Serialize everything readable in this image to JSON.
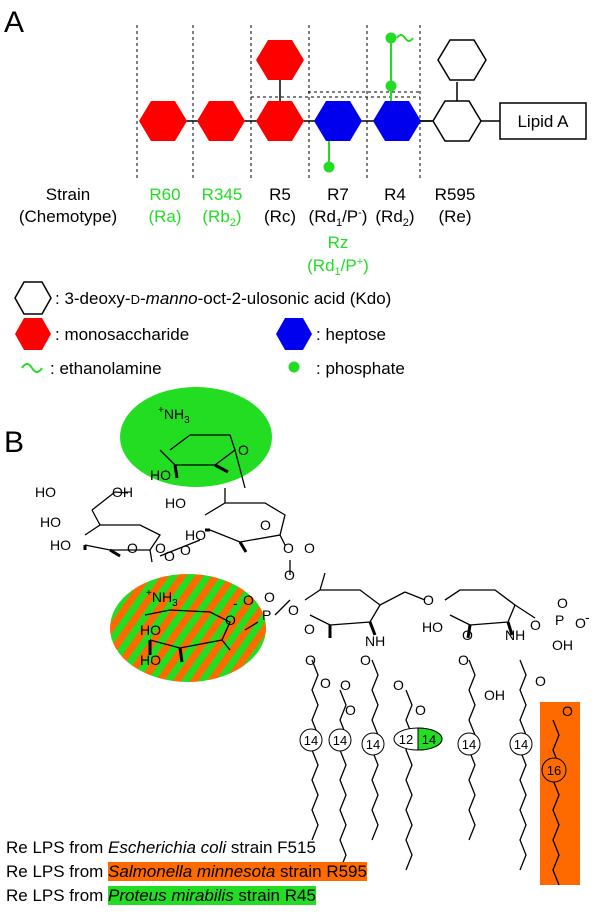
{
  "panel_a": {
    "label": "A",
    "lipid_a": "Lipid A",
    "strain_label": "Strain",
    "chemotype_label": "(Chemotype)",
    "strains": [
      {
        "name": "R60",
        "chemotype": "(Ra)",
        "color": "#22dd22"
      },
      {
        "name": "R345",
        "chemotype": "(Rb",
        "chemotype_sub": "2",
        "chemotype_end": ")",
        "color": "#22dd22"
      },
      {
        "name": "R5",
        "chemotype": "(Rc)",
        "color": "#000000"
      },
      {
        "name": "R7",
        "chemotype": "(Rd",
        "chemotype_sub": "1",
        "chemotype_end": "/P",
        "chemotype_sup": "-",
        "chemotype_close": ")",
        "color": "#000000"
      },
      {
        "name": "R4",
        "chemotype": "(Rd",
        "chemotype_sub": "2",
        "chemotype_end": ")",
        "color": "#000000"
      },
      {
        "name": "R595",
        "chemotype": "(Re)",
        "color": "#000000"
      }
    ],
    "rz": {
      "name": "Rz",
      "chemotype": "(Rd",
      "sub": "1",
      "mid": "/P",
      "sup": "+",
      "end": ")",
      "color": "#22dd22"
    },
    "legend": {
      "kdo_prefix": ": 3-deoxy-",
      "kdo_d": "D",
      "kdo_manno": "manno",
      "kdo_suffix": "-oct-2-ulosonic acid (Kdo)",
      "monosaccharide": ": monosaccharide",
      "heptose": ": heptose",
      "ethanolamine": ": ethanolamine",
      "phosphate": ": phosphate"
    },
    "colors": {
      "red": "#ff0000",
      "blue": "#0000ee",
      "green": "#22dd22"
    }
  },
  "panel_b": {
    "label": "B",
    "chain_labels": [
      "14",
      "14",
      "14",
      "12",
      "14",
      "14",
      "14",
      "16"
    ],
    "atoms": {
      "nh3": "NH",
      "nh3_sub": "3",
      "plus": "+",
      "oh": "OH",
      "ho": "HO",
      "o": "O",
      "p": "P",
      "nh": "NH",
      "minus": "-"
    },
    "legend_lines": [
      {
        "prefix": "Re LPS from ",
        "species": "Escherichia coli",
        "suffix": " strain F515",
        "highlight": "none"
      },
      {
        "prefix": "Re LPS from ",
        "species": "Salmonella minnesota",
        "suffix": " strain R595",
        "highlight": "orange"
      },
      {
        "prefix": "Re LPS from ",
        "species": "Proteus mirabilis",
        "suffix": " strain R45",
        "highlight": "green"
      }
    ],
    "colors": {
      "orange": "#ff6a00",
      "green": "#22dd22"
    }
  }
}
